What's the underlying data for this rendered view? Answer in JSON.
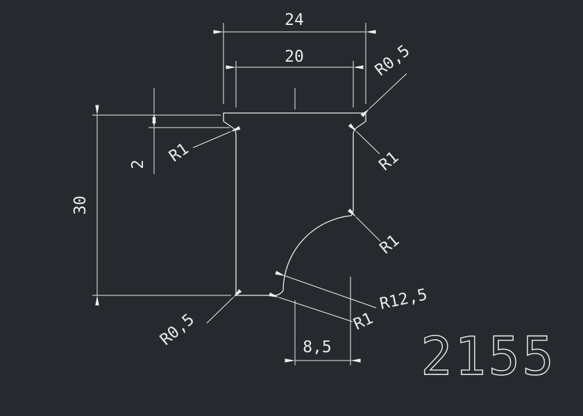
{
  "colors": {
    "background": "#262a2e",
    "line": "#f0f0f0",
    "text": "#e9e9e9"
  },
  "title_block": {
    "part_number": "2155"
  },
  "dimensions": {
    "outer_width": "24",
    "inner_width": "20",
    "overall_height": "30",
    "flange_thickness": "2",
    "bottom_offset": "8,5"
  },
  "radii": {
    "top_right": "R0,5",
    "flange_left": "R1",
    "flange_right": "R1",
    "side_right": "R1",
    "large_arc": "R12,5",
    "bottom_fillet": "R1",
    "bottom_left": "R0,5"
  }
}
